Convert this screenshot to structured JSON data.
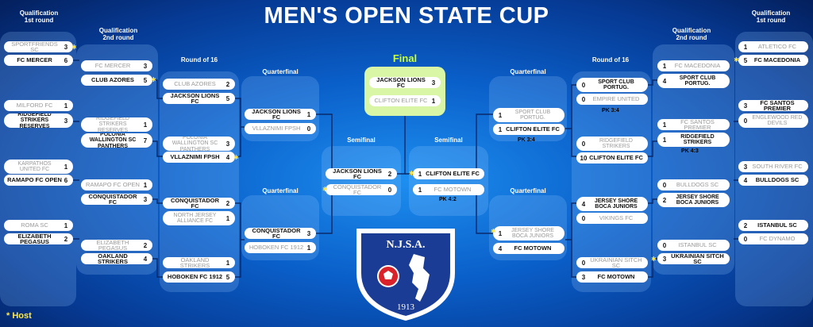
{
  "title": "MEN'S OPEN STATE CUP",
  "host_note": "* Host",
  "logo": {
    "text": "N.J.S.A.",
    "year": "1913"
  },
  "rounds": {
    "q1": "Qualification\n1st round",
    "q2": "Qualification\n2nd round",
    "r16": "Round of 16",
    "qf": "Quarterfinal",
    "sf": "Semifinal",
    "final": "Final"
  },
  "left": {
    "q1": [
      [
        {
          "n": "SPORTFRIENDS SC",
          "s": "3",
          "w": false
        },
        {
          "n": "FC MERCER",
          "s": "6",
          "w": true
        }
      ],
      [
        {
          "n": "MILFORD FC",
          "s": "1",
          "w": false
        },
        {
          "n": "RIDGEFIELD STRIKERS RESERVES",
          "s": "3",
          "w": true
        }
      ],
      [
        {
          "n": "KARPATHOS UNITED FC",
          "s": "1",
          "w": false
        },
        {
          "n": "RAMAPO FC OPEN",
          "s": "6",
          "w": true
        }
      ],
      [
        {
          "n": "ROMA SC",
          "s": "1",
          "w": false
        },
        {
          "n": "ELIZABETH PEGASUS",
          "s": "2",
          "w": true
        }
      ]
    ],
    "q2": [
      [
        {
          "n": "FC MERCER",
          "s": "3",
          "w": false
        },
        {
          "n": "CLUB AZORES",
          "s": "5",
          "w": true
        }
      ],
      [
        {
          "n": "RIDGEFIELD STRIKERS RESERVES",
          "s": "1",
          "w": false
        },
        {
          "n": "POLONIA WALLINGTON SC PANTHERS",
          "s": "7",
          "w": true
        }
      ],
      [
        {
          "n": "RAMAPO FC OPEN",
          "s": "1",
          "w": false
        },
        {
          "n": "CONQUISTADOR FC",
          "s": "3",
          "w": true
        }
      ],
      [
        {
          "n": "ELIZABETH PEGASUS",
          "s": "2",
          "w": false
        },
        {
          "n": "OAKLAND STRIKERS",
          "s": "4",
          "w": true
        }
      ]
    ],
    "r16": [
      [
        {
          "n": "CLUB AZORES",
          "s": "2",
          "w": false
        },
        {
          "n": "JACKSON LIONS FC",
          "s": "5",
          "w": true
        }
      ],
      [
        {
          "n": "POLONIA WALLINGTON SC PANTHERS",
          "s": "3",
          "w": false
        },
        {
          "n": "VLLAZNIMI FPSH",
          "s": "4",
          "w": true
        }
      ],
      [
        {
          "n": "CONQUISTADOR FC",
          "s": "2",
          "w": true
        },
        {
          "n": "NORTH JERSEY ALLIANCE FC",
          "s": "1",
          "w": false
        }
      ],
      [
        {
          "n": "OAKLAND STRIKERS",
          "s": "1",
          "w": false
        },
        {
          "n": "HOBOKEN FC 1912",
          "s": "5",
          "w": true
        }
      ]
    ],
    "qf": [
      [
        {
          "n": "JACKSON LIONS FC",
          "s": "1",
          "w": true
        },
        {
          "n": "VLLAZNIMI FPSH",
          "s": "0",
          "w": false
        }
      ],
      [
        {
          "n": "CONQUISTADOR FC",
          "s": "3",
          "w": true
        },
        {
          "n": "HOBOKEN FC 1912",
          "s": "1",
          "w": false
        }
      ]
    ],
    "sf": [
      [
        {
          "n": "JACKSON LIONS FC",
          "s": "2",
          "w": true
        },
        {
          "n": "CONQUISTADOR FC",
          "s": "0",
          "w": false
        }
      ]
    ]
  },
  "final": [
    {
      "n": "JACKSON LIONS FC",
      "s": "3",
      "w": true
    },
    {
      "n": "CLIFTON ELITE FC",
      "s": "1",
      "w": false
    }
  ],
  "right": {
    "q1": [
      [
        {
          "n": "ATLETICO FC",
          "s": "1",
          "w": false
        },
        {
          "n": "FC MACEDONIA",
          "s": "5",
          "w": true
        }
      ],
      [
        {
          "n": "FC SANTOS PREMIER",
          "s": "3",
          "w": true
        },
        {
          "n": "ENGLEWOOD RED DEVILS",
          "s": "0",
          "w": false
        }
      ],
      [
        {
          "n": "SOUTH RIVER FC",
          "s": "3",
          "w": false
        },
        {
          "n": "BULLDOGS SC",
          "s": "4",
          "w": true
        }
      ],
      [
        {
          "n": "ISTANBUL SC",
          "s": "2",
          "w": true
        },
        {
          "n": "FC DYNAMO",
          "s": "0",
          "w": false
        }
      ]
    ],
    "q2": [
      [
        {
          "n": "FC MACEDONIA",
          "s": "1",
          "w": false
        },
        {
          "n": "SPORT CLUB PORTUG.",
          "s": "4",
          "w": true
        }
      ],
      [
        {
          "n": "FC SANTOS PREMIER",
          "s": "1",
          "w": false
        },
        {
          "n": "RIDGEFIELD STRIKERS",
          "s": "1",
          "w": true
        }
      ],
      [
        {
          "n": "BULLDOGS SC",
          "s": "0",
          "w": false
        },
        {
          "n": "JERSEY SHORE BOCA JUNIORS",
          "s": "2",
          "w": true
        }
      ],
      [
        {
          "n": "ISTANBUL SC",
          "s": "0",
          "w": false
        },
        {
          "n": "UKRAINIAN SITCH SC",
          "s": "3",
          "w": true
        }
      ]
    ],
    "r16": [
      [
        {
          "n": "SPORT CLUB PORTUG.",
          "s": "0",
          "w": true
        },
        {
          "n": "EMPIRE UNITED",
          "s": "0",
          "w": false
        }
      ],
      [
        {
          "n": "RIDGEFIELD STRIKERS",
          "s": "0",
          "w": false
        },
        {
          "n": "CLIFTON ELITE FC",
          "s": "10",
          "w": true
        }
      ],
      [
        {
          "n": "JERSEY SHORE BOCA JUNIORS",
          "s": "4",
          "w": true
        },
        {
          "n": "VIKINGS FC",
          "s": "0",
          "w": false
        }
      ],
      [
        {
          "n": "UKRAINIAN SITCH SC",
          "s": "0",
          "w": false
        },
        {
          "n": "FC MOTOWN",
          "s": "3",
          "w": true
        }
      ]
    ],
    "qf": [
      [
        {
          "n": "SPORT CLUB PORTUG.",
          "s": "1",
          "w": false
        },
        {
          "n": "CLIFTON ELITE FC",
          "s": "1",
          "w": true
        }
      ],
      [
        {
          "n": "JERSEY SHORE BOCA JUNIORS",
          "s": "1",
          "w": false
        },
        {
          "n": "FC MOTOWN",
          "s": "4",
          "w": true
        }
      ]
    ],
    "sf": [
      [
        {
          "n": "CLIFTON ELITE FC",
          "s": "1",
          "w": true
        },
        {
          "n": "FC MOTOWN",
          "s": "1",
          "w": false
        }
      ]
    ]
  },
  "notes": {
    "r_r16_1": "PK 3:4",
    "r_q2_2": "PK 4:3",
    "r_qf_1": "PK 3:4",
    "r_sf_1": "PK 4:2"
  }
}
